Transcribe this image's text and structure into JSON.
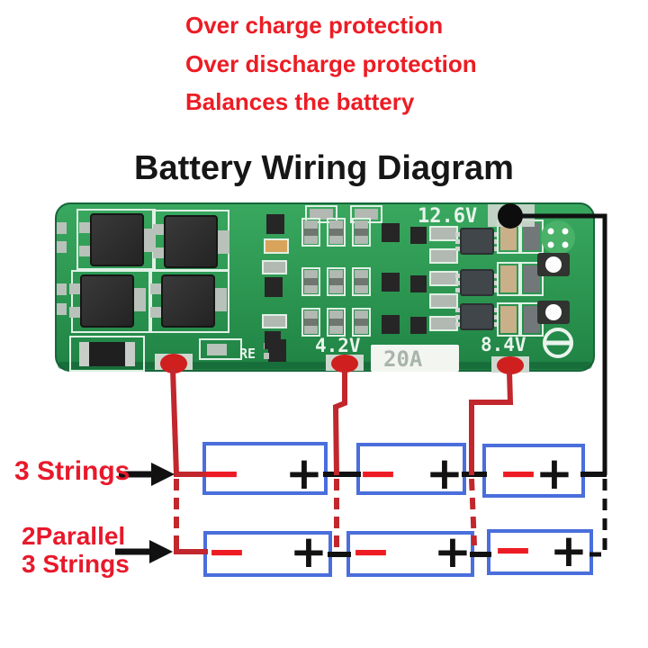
{
  "features": {
    "line1": "Over charge protection",
    "line2": "Over discharge protection",
    "line3": "Balances the battery"
  },
  "title": "Battery Wiring Diagram",
  "board": {
    "silkscreen": {
      "pack_voltage": "12.6V",
      "cell1_voltage": "4.2V",
      "cell2_voltage": "8.4V",
      "current_rating": "20A",
      "label_re": "RE"
    }
  },
  "wiring": {
    "row1_label": "3 Strings",
    "row2_label_line1": "2Parallel",
    "row2_label_line2": "3 Strings",
    "terminal_minus": "−",
    "terminal_plus": "+"
  },
  "colors": {
    "feature_text_red": "#ec1c24",
    "title_black": "#161616",
    "pcb_green": "#2f9d55",
    "wire_red": "#c1272d",
    "wire_black": "#111111",
    "cell_border_blue": "#4a6edb",
    "solder_dot_red": "#cf1f1f"
  }
}
